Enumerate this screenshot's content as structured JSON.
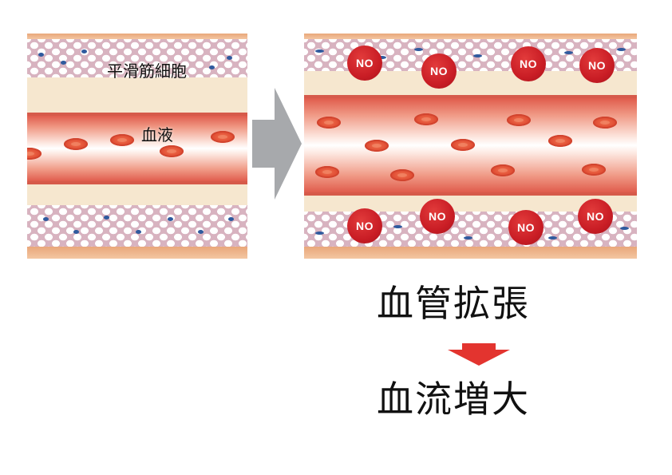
{
  "labels": {
    "smooth_muscle": "平滑筋細胞",
    "blood": "血液"
  },
  "molecule_label": "NO",
  "results": {
    "vasodilation": "血管拡張",
    "blood_flow_increase": "血流増大"
  },
  "icons": {
    "process_arrow": "arrow-right-icon",
    "result_arrow": "arrow-down-icon"
  },
  "colors": {
    "molecule": "#c91d25",
    "red_blood_cell": "#e14f35",
    "result_arrow": "#e3342f",
    "process_arrow": "#a7a9ac"
  }
}
